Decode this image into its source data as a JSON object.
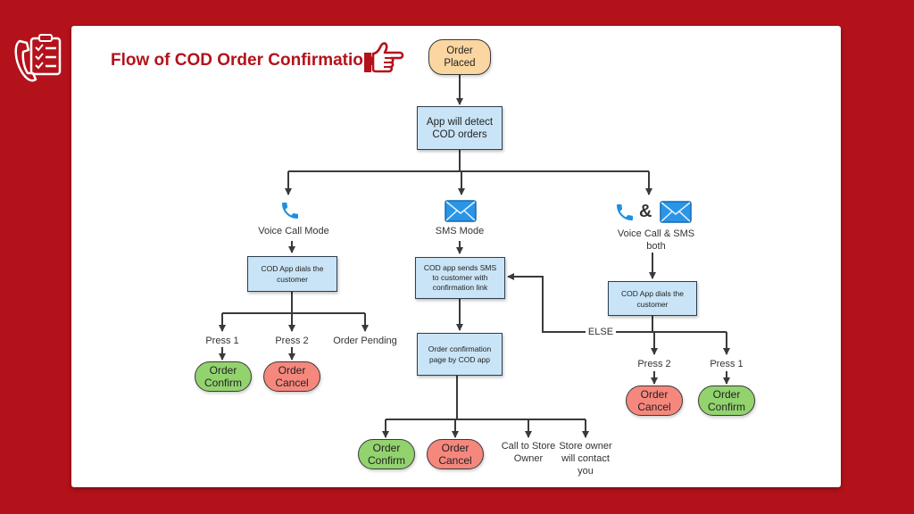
{
  "title": "Flow of COD Order Confirmation",
  "icons": {
    "logo": "phone-clipboard-icon",
    "pointer": "pointing-hand-icon",
    "phone": "phone-icon",
    "mail": "envelope-icon"
  },
  "colors": {
    "brand": "#b4121b",
    "process": "#c9e4f6",
    "start": "#fbd6a0",
    "confirm": "#92d36e",
    "cancel": "#f6877d"
  },
  "nodes": {
    "order_placed": "Order Placed",
    "detect": "App will detect COD orders",
    "voice_mode": "Voice Call Mode",
    "sms_mode": "SMS Mode",
    "both_mode": "Voice Call & SMS both",
    "ampersand": "&",
    "voice_dial": "COD App dials the customer",
    "sms_send": "COD app sends SMS to customer with confirmation link",
    "both_dial": "COD App dials the customer",
    "confirm_page": "Order confirmation page by COD app",
    "else": "ELSE"
  },
  "voice_branch": {
    "press1": "Press 1",
    "press2": "Press 2",
    "pending": "Order Pending",
    "confirm": "Order Confirm",
    "cancel": "Order Cancel"
  },
  "sms_branch": {
    "confirm": "Order Confirm",
    "cancel": "Order Cancel",
    "call_store": "Call to Store Owner",
    "store_contact": "Store owner will contact you"
  },
  "both_branch": {
    "press2": "Press 2",
    "press1": "Press 1",
    "cancel": "Order Cancel",
    "confirm": "Order Confirm"
  }
}
